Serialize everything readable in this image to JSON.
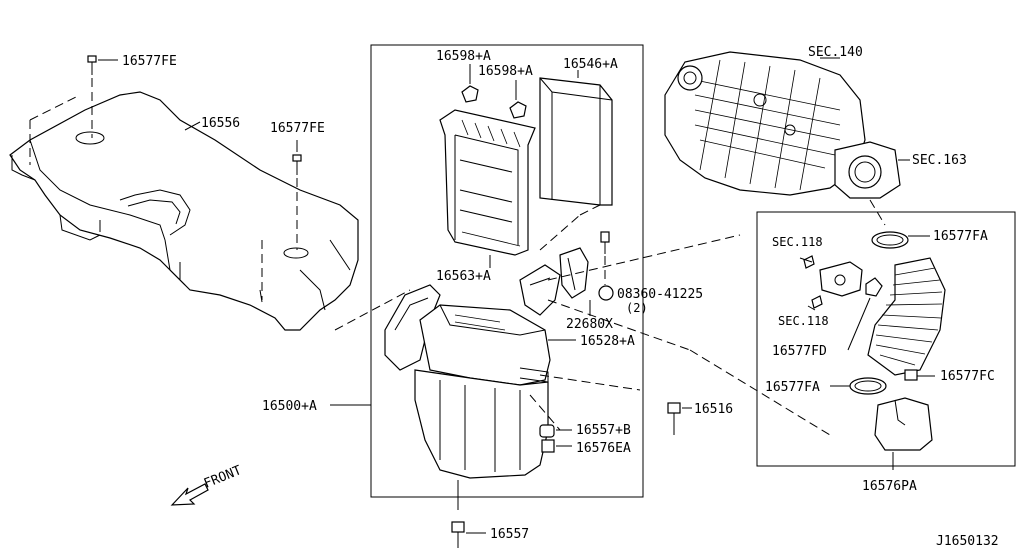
{
  "diagram": {
    "reference_code": "J1650132",
    "direction_label": "FRONT",
    "labels": {
      "p16577FE_top": "16577FE",
      "p16556": "16556",
      "p16577FE_mid": "16577FE",
      "p16598A_1": "16598+A",
      "p16598A_2": "16598+A",
      "p16546A": "16546+A",
      "p16563A": "16563+A",
      "p08360": "08360-41225",
      "p08360_qty": "(2)",
      "p22680X": "22680X",
      "p16528A": "16528+A",
      "p16500A": "16500+A",
      "p16557B": "16557+B",
      "p16576EA": "16576EA",
      "p16516": "16516",
      "p16557": "16557",
      "sec140": "SEC.140",
      "sec163": "SEC.163",
      "p16577FA_1": "16577FA",
      "sec118_1": "SEC.118",
      "sec118_2": "SEC.118",
      "p16577FD": "16577FD",
      "p16577FA_2": "16577FA",
      "p16577FC": "16577FC",
      "p16576PA": "16576PA"
    }
  }
}
